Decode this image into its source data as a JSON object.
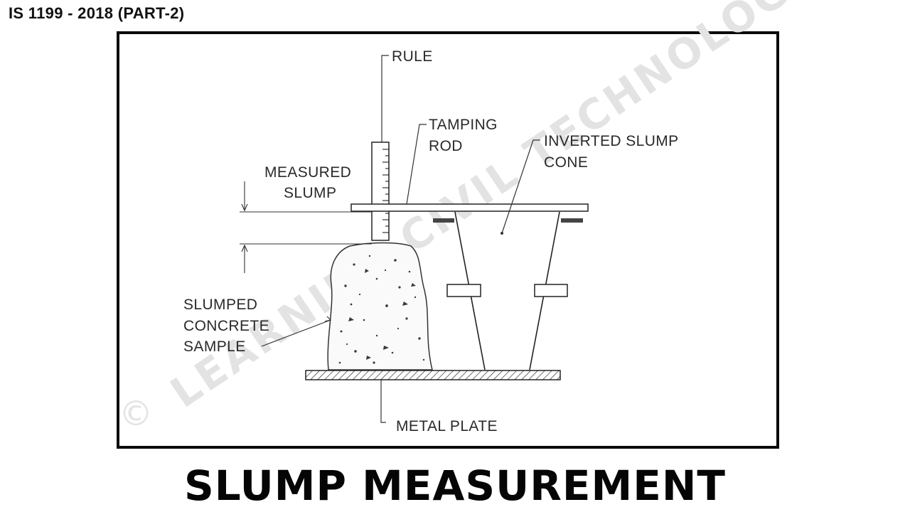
{
  "header": {
    "standard": "IS 1199 - 2018 (PART-2)"
  },
  "diagram": {
    "labels": {
      "rule": "RULE",
      "tamping_rod_1": "TAMPING",
      "tamping_rod_2": "ROD",
      "inverted_cone_1": "INVERTED SLUMP",
      "inverted_cone_2": "CONE",
      "measured_slump_1": "MEASURED",
      "measured_slump_2": "SLUMP",
      "slumped_sample_1": "SLUMPED",
      "slumped_sample_2": "CONCRETE",
      "slumped_sample_3": "SAMPLE",
      "metal_plate": "METAL PLATE"
    },
    "watermark": {
      "text": "LEARNING CIVIL TECHNOLOGY",
      "symbol": "©"
    }
  },
  "caption": "SLUMP MEASUREMENT"
}
